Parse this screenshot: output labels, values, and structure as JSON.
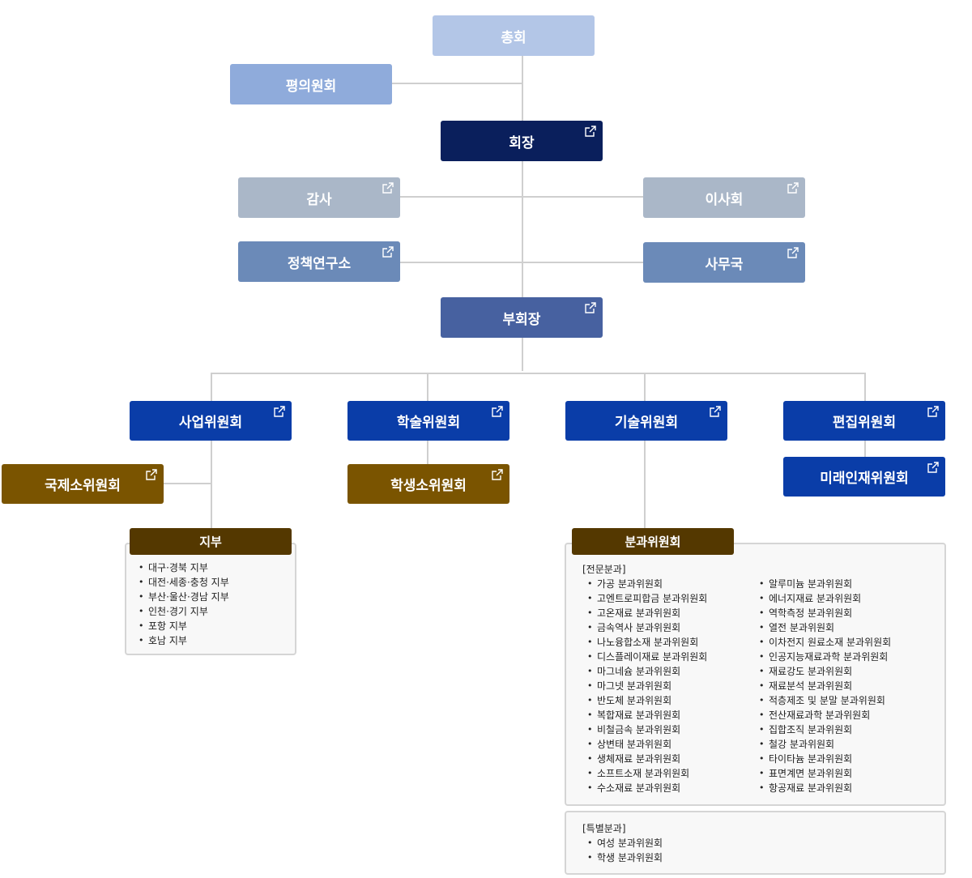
{
  "boxes": {
    "general_assembly": "총회",
    "evaluation_council": "평의원회",
    "president": "회장",
    "auditor": "감사",
    "board": "이사회",
    "policy_institute": "정책연구소",
    "secretariat": "사무국",
    "vice_president": "부회장",
    "business_committee": "사업위원회",
    "academic_committee": "학술위원회",
    "technical_committee": "기술위원회",
    "editorial_committee": "편집위원회",
    "intl_subcommittee": "국제소위원회",
    "student_subcommittee": "학생소위원회",
    "future_talent_committee": "미래인재위원회"
  },
  "branches": {
    "title": "지부",
    "items": [
      "대구·경북 지부",
      "대전·세종·충청 지부",
      "부산·울산·경남 지부",
      "인천·경기 지부",
      "포항 지부",
      "호남 지부"
    ]
  },
  "divisions": {
    "title": "분과위원회",
    "specialized_title": "[전문분과]",
    "specialized_left": [
      "가공 분과위원회",
      "고엔트로피합금 분과위원회",
      "고온재료 분과위원회",
      "금속역사 분과위원회",
      "나노융합소재 분과위원회",
      "디스플레이재료 분과위원회",
      "마그네슘 분과위원회",
      "마그넷 분과위원회",
      "반도체 분과위원회",
      "복합재료 분과위원회",
      "비철금속 분과위원회",
      "상변태 분과위원회",
      "생체재료 분과위원회",
      "소프트소재 분과위원회",
      "수소재료 분과위원회"
    ],
    "specialized_right": [
      "알루미늄 분과위원회",
      "에너지재료 분과위원회",
      "역학측정 분과위원회",
      "열전 분과위원회",
      "이차전지 원료소재 분과위원회",
      "인공지능재료과학 분과위원회",
      "재료강도 분과위원회",
      "재료분석 분과위원회",
      "적층제조 및 분말 분과위원회",
      "전산재료과학 분과위원회",
      "집합조직 분과위원회",
      "철강 분과위원회",
      "타이타늄 분과위원회",
      "표면계면 분과위원회",
      "항공재료 분과위원회"
    ],
    "special_title": "[특별분과]",
    "special_items": [
      "여성 분과위원회",
      "학생 분과위원회"
    ]
  },
  "colors": {
    "general_assembly": "#b3c6e7",
    "evaluation_council": "#8fabdb",
    "president": "#0a1f5c",
    "gray_box": "#aab7c8",
    "steel_box": "#6b8ab8",
    "vice_president": "#4761a0",
    "committee": "#0a3da8",
    "subcommittee": "#7a5400",
    "header": "#543800"
  },
  "icons": {
    "link": "external-link-icon"
  }
}
